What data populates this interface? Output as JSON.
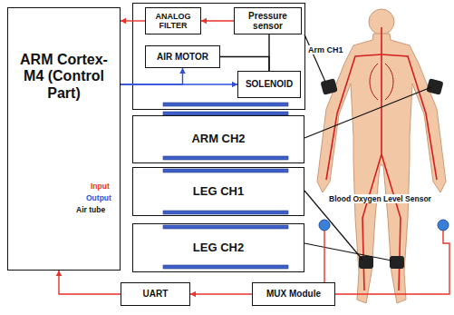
{
  "diagram": {
    "nodes": [
      {
        "text": [
          "ARM Cortex-M4 (Control Part)"
        ]
      },
      {
        "text": [
          "ANALOG FILTER"
        ]
      },
      {
        "text": [
          "Pressure sensor"
        ]
      },
      {
        "text": [
          "AIR MOTOR"
        ]
      },
      {
        "text": [
          "SOLENOID"
        ]
      },
      {
        "text": [
          "ARM CH2"
        ]
      },
      {
        "text": [
          "LEG CH1"
        ]
      },
      {
        "text": [
          "LEG CH2"
        ]
      },
      {
        "text": [
          "UART"
        ]
      },
      {
        "text": [
          "MUX Module"
        ]
      }
    ],
    "edges": [
      {
        "from": 1,
        "to": 0,
        "arrow": "to"
      },
      {
        "from": 2,
        "to": 1,
        "arrow": "to"
      },
      {
        "from": 0,
        "to": 3,
        "arrow": "to"
      },
      {
        "from": 0,
        "to": 4,
        "arrow": "to"
      },
      {
        "from": 3,
        "to": 4,
        "arrow": "none"
      },
      {
        "from": 2,
        "to": 4,
        "arrow": "none"
      },
      {
        "from": 8,
        "to": 0,
        "arrow": "to"
      },
      {
        "from": 9,
        "to": 8,
        "arrow": "to"
      }
    ],
    "labels": [
      "Arm CH1",
      "Blood Oxygen Level Sensor"
    ],
    "legend": [
      {
        "text": "Input",
        "color": "#e8312a"
      },
      {
        "text": "Output",
        "color": "#2f4fd8"
      },
      {
        "text": "Air tube",
        "color": "#111111"
      }
    ]
  }
}
